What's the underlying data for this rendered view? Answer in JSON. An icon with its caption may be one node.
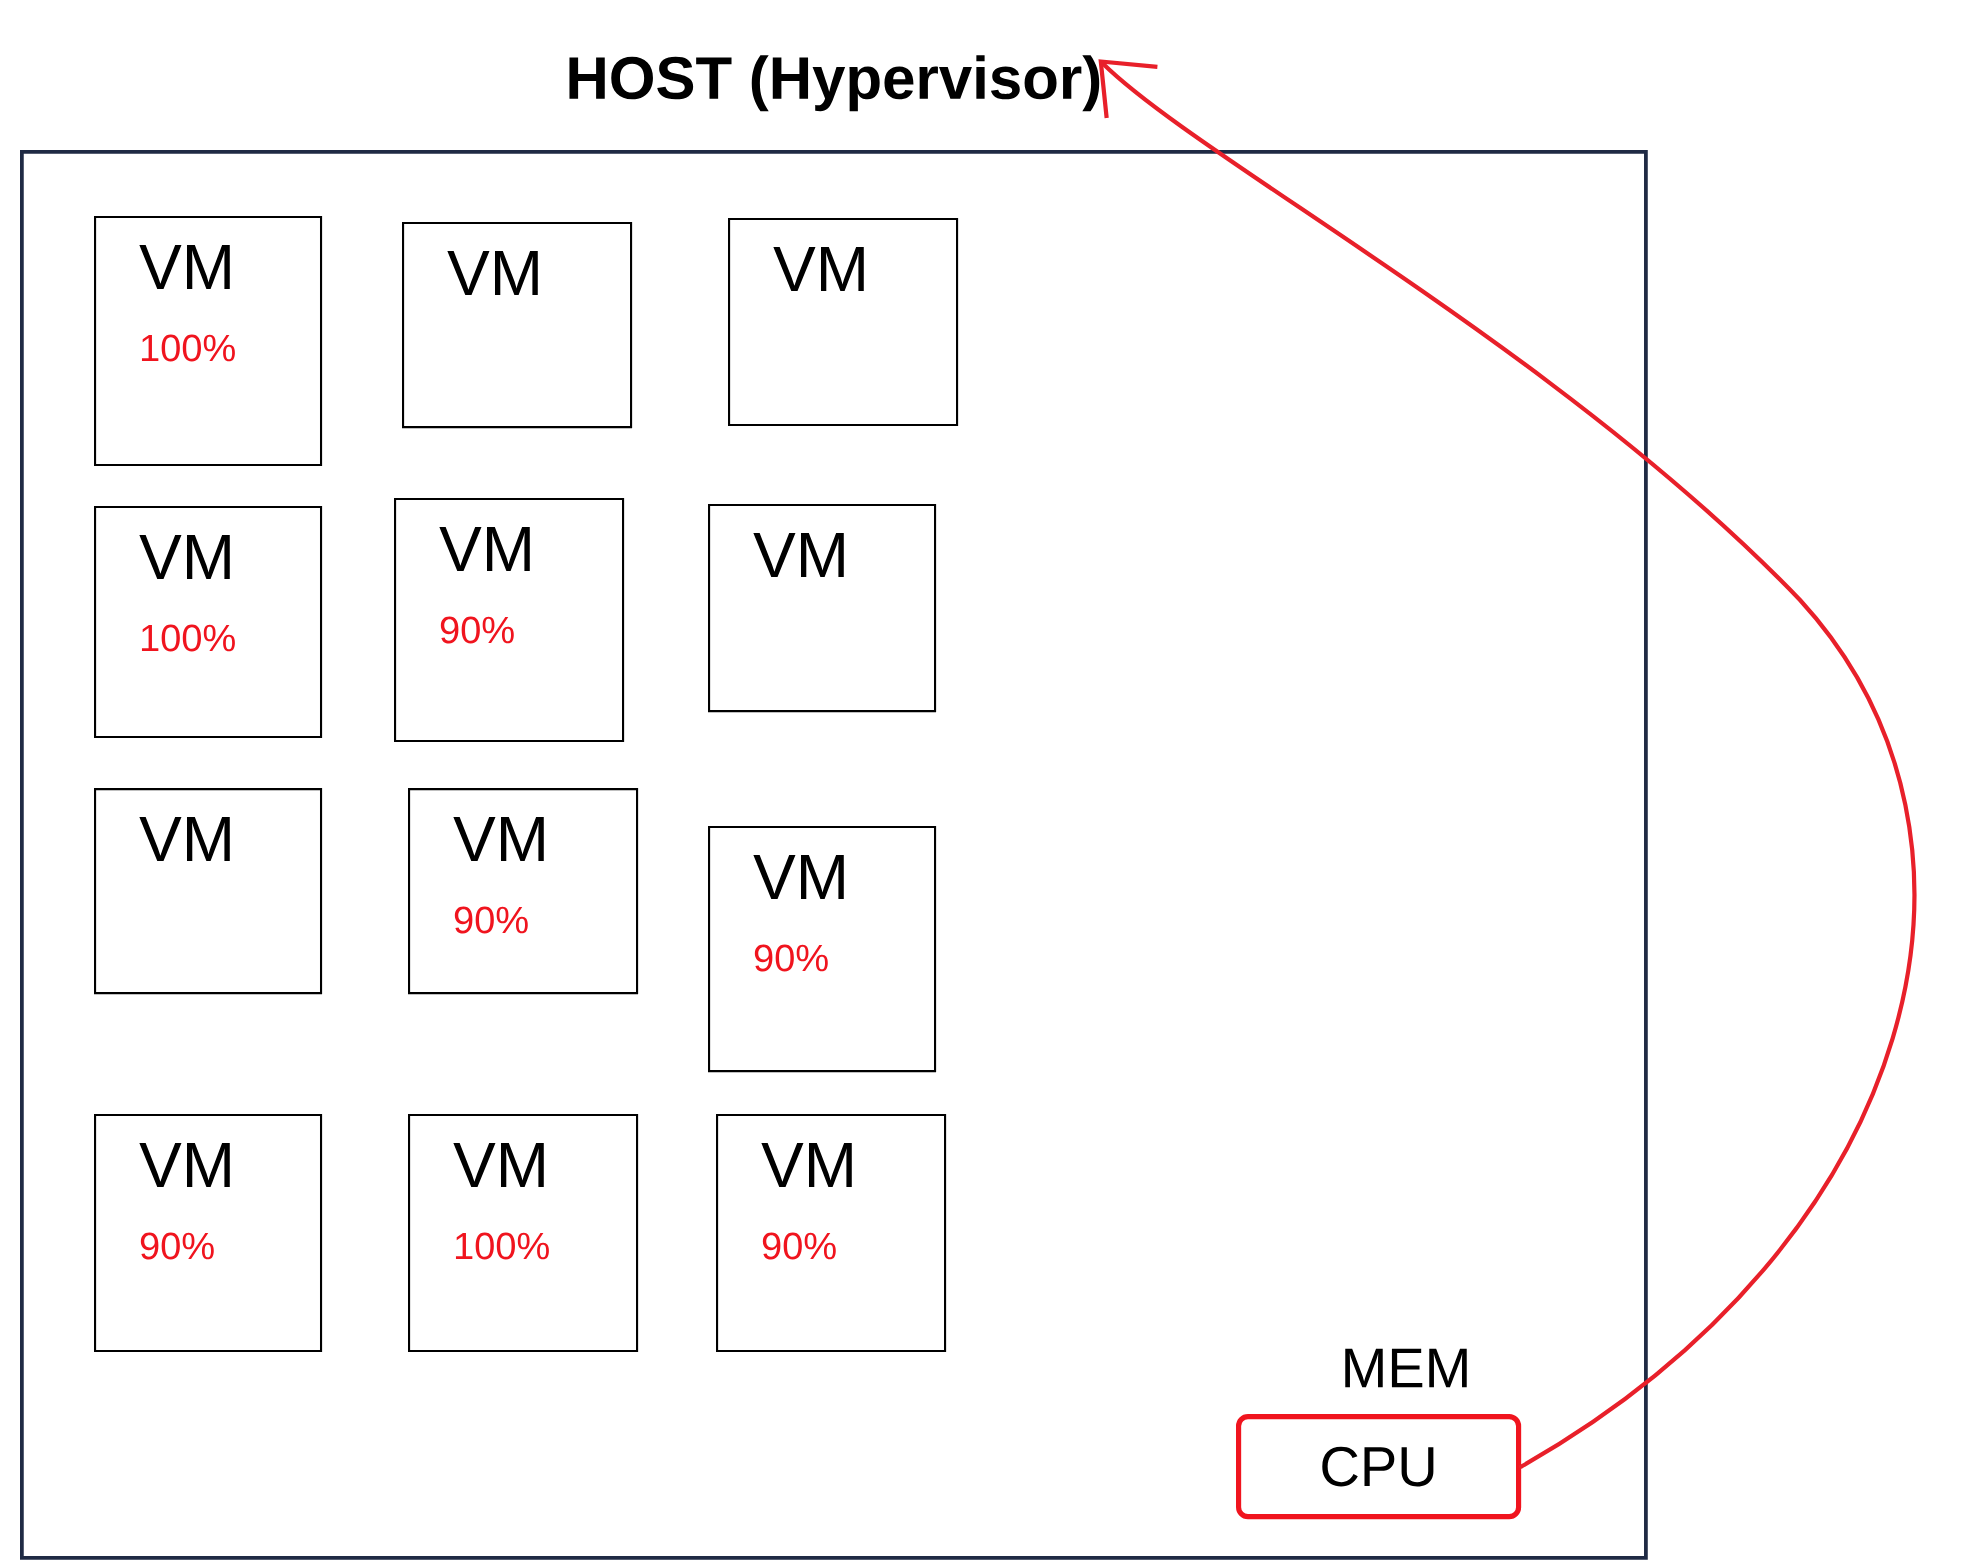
{
  "diagram": {
    "nodes": [
      {
        "text": [
          "HOST (Hypervisor)"
        ]
      },
      {
        "text": [
          "VM",
          "100%"
        ],
        "in": 0
      },
      {
        "text": [
          "VM"
        ],
        "in": 0
      },
      {
        "text": [
          "VM"
        ],
        "in": 0
      },
      {
        "text": [
          "VM",
          "100%"
        ],
        "in": 0
      },
      {
        "text": [
          "VM",
          "90%"
        ],
        "in": 0
      },
      {
        "text": [
          "VM"
        ],
        "in": 0
      },
      {
        "text": [
          "VM"
        ],
        "in": 0
      },
      {
        "text": [
          "VM",
          "90%"
        ],
        "in": 0
      },
      {
        "text": [
          "VM",
          "90%"
        ],
        "in": 0
      },
      {
        "text": [
          "VM",
          "90%"
        ],
        "in": 0
      },
      {
        "text": [
          "VM",
          "100%"
        ],
        "in": 0
      },
      {
        "text": [
          "VM",
          "90%"
        ],
        "in": 0
      },
      {
        "text": [
          "CPU"
        ],
        "in": 0
      }
    ],
    "edges": [
      {
        "from": 13,
        "to": 0,
        "arrow": "to",
        "color": "#e8202a"
      }
    ],
    "labels": [
      "MEM"
    ]
  }
}
